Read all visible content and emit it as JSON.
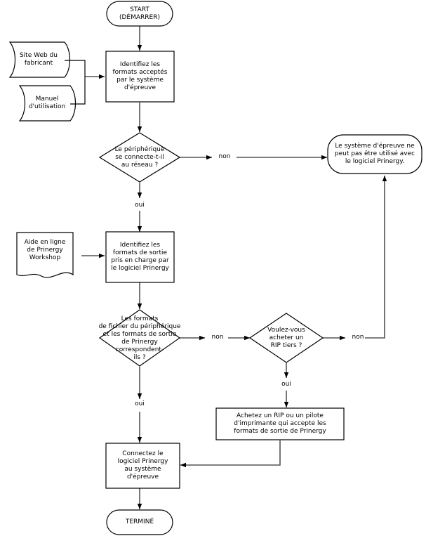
{
  "diagram": {
    "title": "Flux de travail : configuration d'un systeme d'epreuve avec Prinergy",
    "language": "fr",
    "stroke_color": "#000000",
    "fill_color": "#ffffff",
    "nodes": {
      "start": {
        "shape": "terminator",
        "label": "START\n(DÉMARRER)"
      },
      "source_website": {
        "shape": "stored-data",
        "label": "Site Web du\nfabricant"
      },
      "source_manual": {
        "shape": "stored-data",
        "label": "Manuel\nd'utilisation"
      },
      "identify_formats": {
        "shape": "process",
        "label": "Identifiez les\nformats acceptés\npar le système\nd'épreuve"
      },
      "decision_network": {
        "shape": "decision",
        "label": "Le périphérique\nse connecte-t-il\nau réseau ?"
      },
      "cannot_use": {
        "shape": "terminator",
        "label": "Le système d'épreuve ne\npeut pas être utilisé avec\nle logiciel Prinergy."
      },
      "source_help": {
        "shape": "document",
        "label": "Aide en ligne\nde Prinergy\nWorkshop"
      },
      "identify_output_formats": {
        "shape": "process",
        "label": "Identifiez les\nformats de sortie\npris en charge par\nle logiciel Prinergy"
      },
      "decision_formats_match": {
        "shape": "decision",
        "label": "Les formats\nde fichier du périphérique\net les formats de sortie\nde Prinergy\ncorrespondent-\nils ?"
      },
      "decision_buy_rip": {
        "shape": "decision",
        "label": "Voulez-vous\nacheter un\nRIP tiers ?"
      },
      "buy_rip": {
        "shape": "process",
        "label": "Achetez un RIP ou un pilote\nd'imprimante qui accepte les\nformats de sortie de Prinergy"
      },
      "connect_prinergy": {
        "shape": "process",
        "label": "Connectez le\nlogiciel Prinergy\nau système\nd'épreuve"
      },
      "end": {
        "shape": "terminator",
        "label": "TERMINÉ"
      }
    },
    "edge_labels": {
      "network_no": "non",
      "network_yes": "oui",
      "formats_no": "non",
      "formats_yes": "oui",
      "buy_rip_no": "non",
      "buy_rip_yes": "oui"
    }
  }
}
